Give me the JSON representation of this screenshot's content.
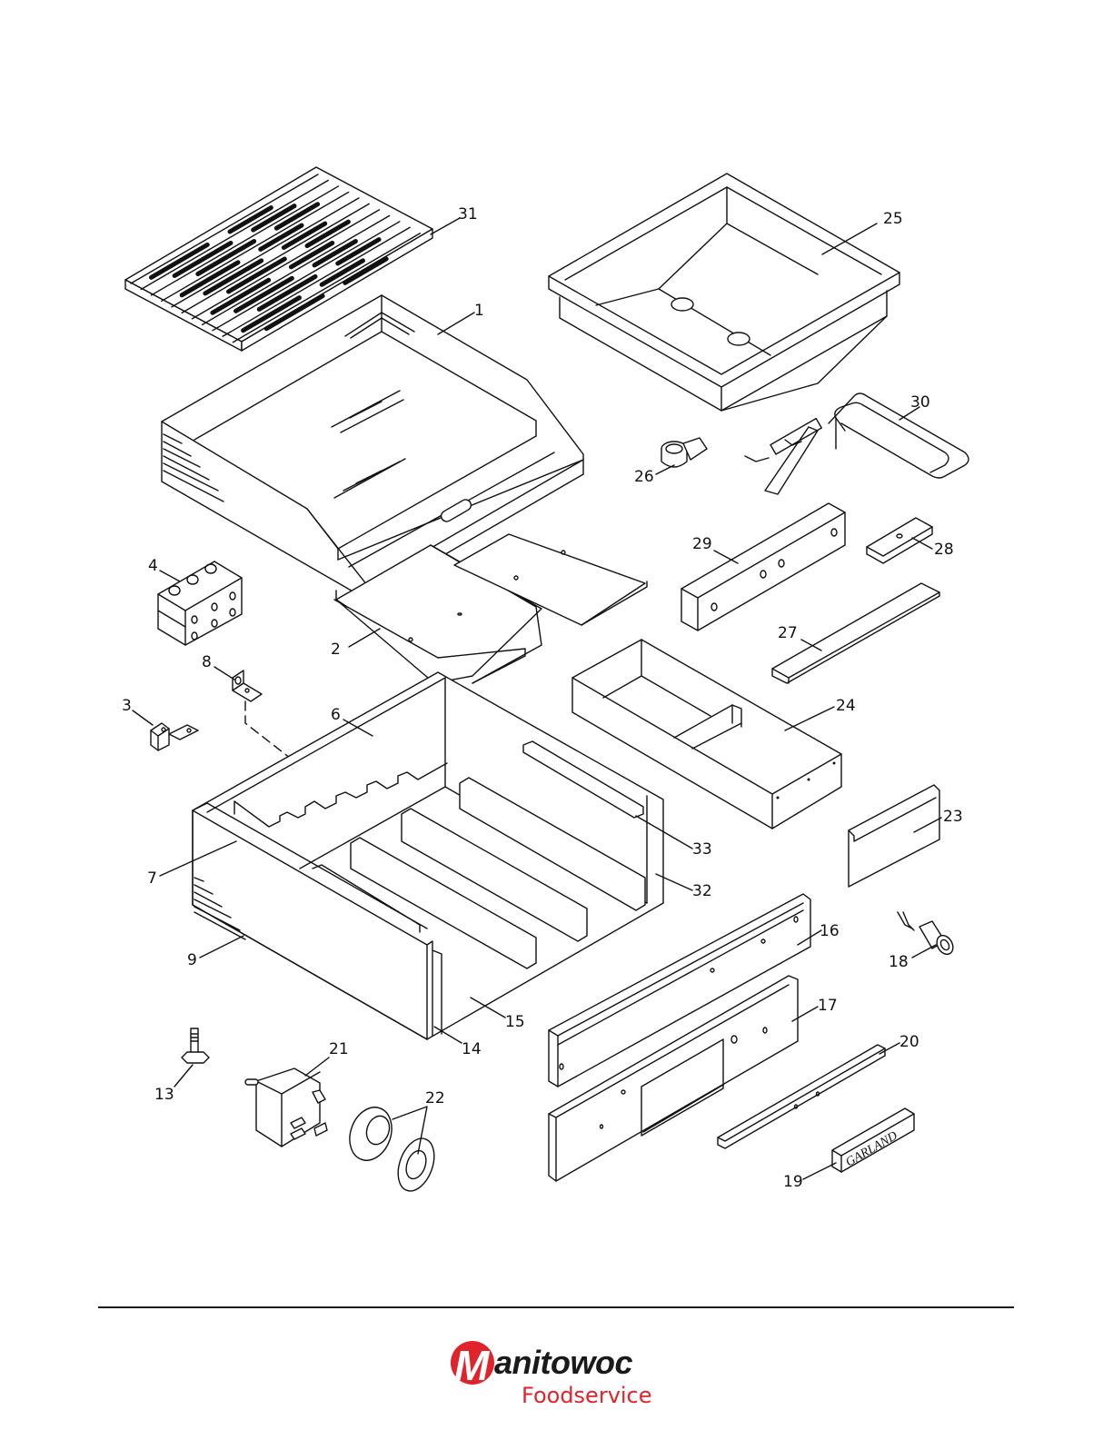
{
  "diagram": {
    "title": "Exploded parts view",
    "callouts": {
      "p1": "1",
      "p2": "2",
      "p3": "3",
      "p4": "4",
      "p6": "6",
      "p7": "7",
      "p8": "8",
      "p9": "9",
      "p13": "13",
      "p14": "14",
      "p15": "15",
      "p16": "16",
      "p17": "17",
      "p18": "18",
      "p19": "19",
      "p20": "20",
      "p21": "21",
      "p22": "22",
      "p23": "23",
      "p24": "24",
      "p25": "25",
      "p26": "26",
      "p27": "27",
      "p28": "28",
      "p29": "29",
      "p30": "30",
      "p31": "31",
      "p32": "32",
      "p33": "33"
    },
    "nameplate_text": "GARLAND"
  },
  "footer": {
    "logo": {
      "mark_letter": "M",
      "word": "anitowoc",
      "sub": "Foodservice",
      "colors": {
        "brand_red": "#e0242b",
        "brand_dark": "#1a1a1a"
      }
    }
  }
}
